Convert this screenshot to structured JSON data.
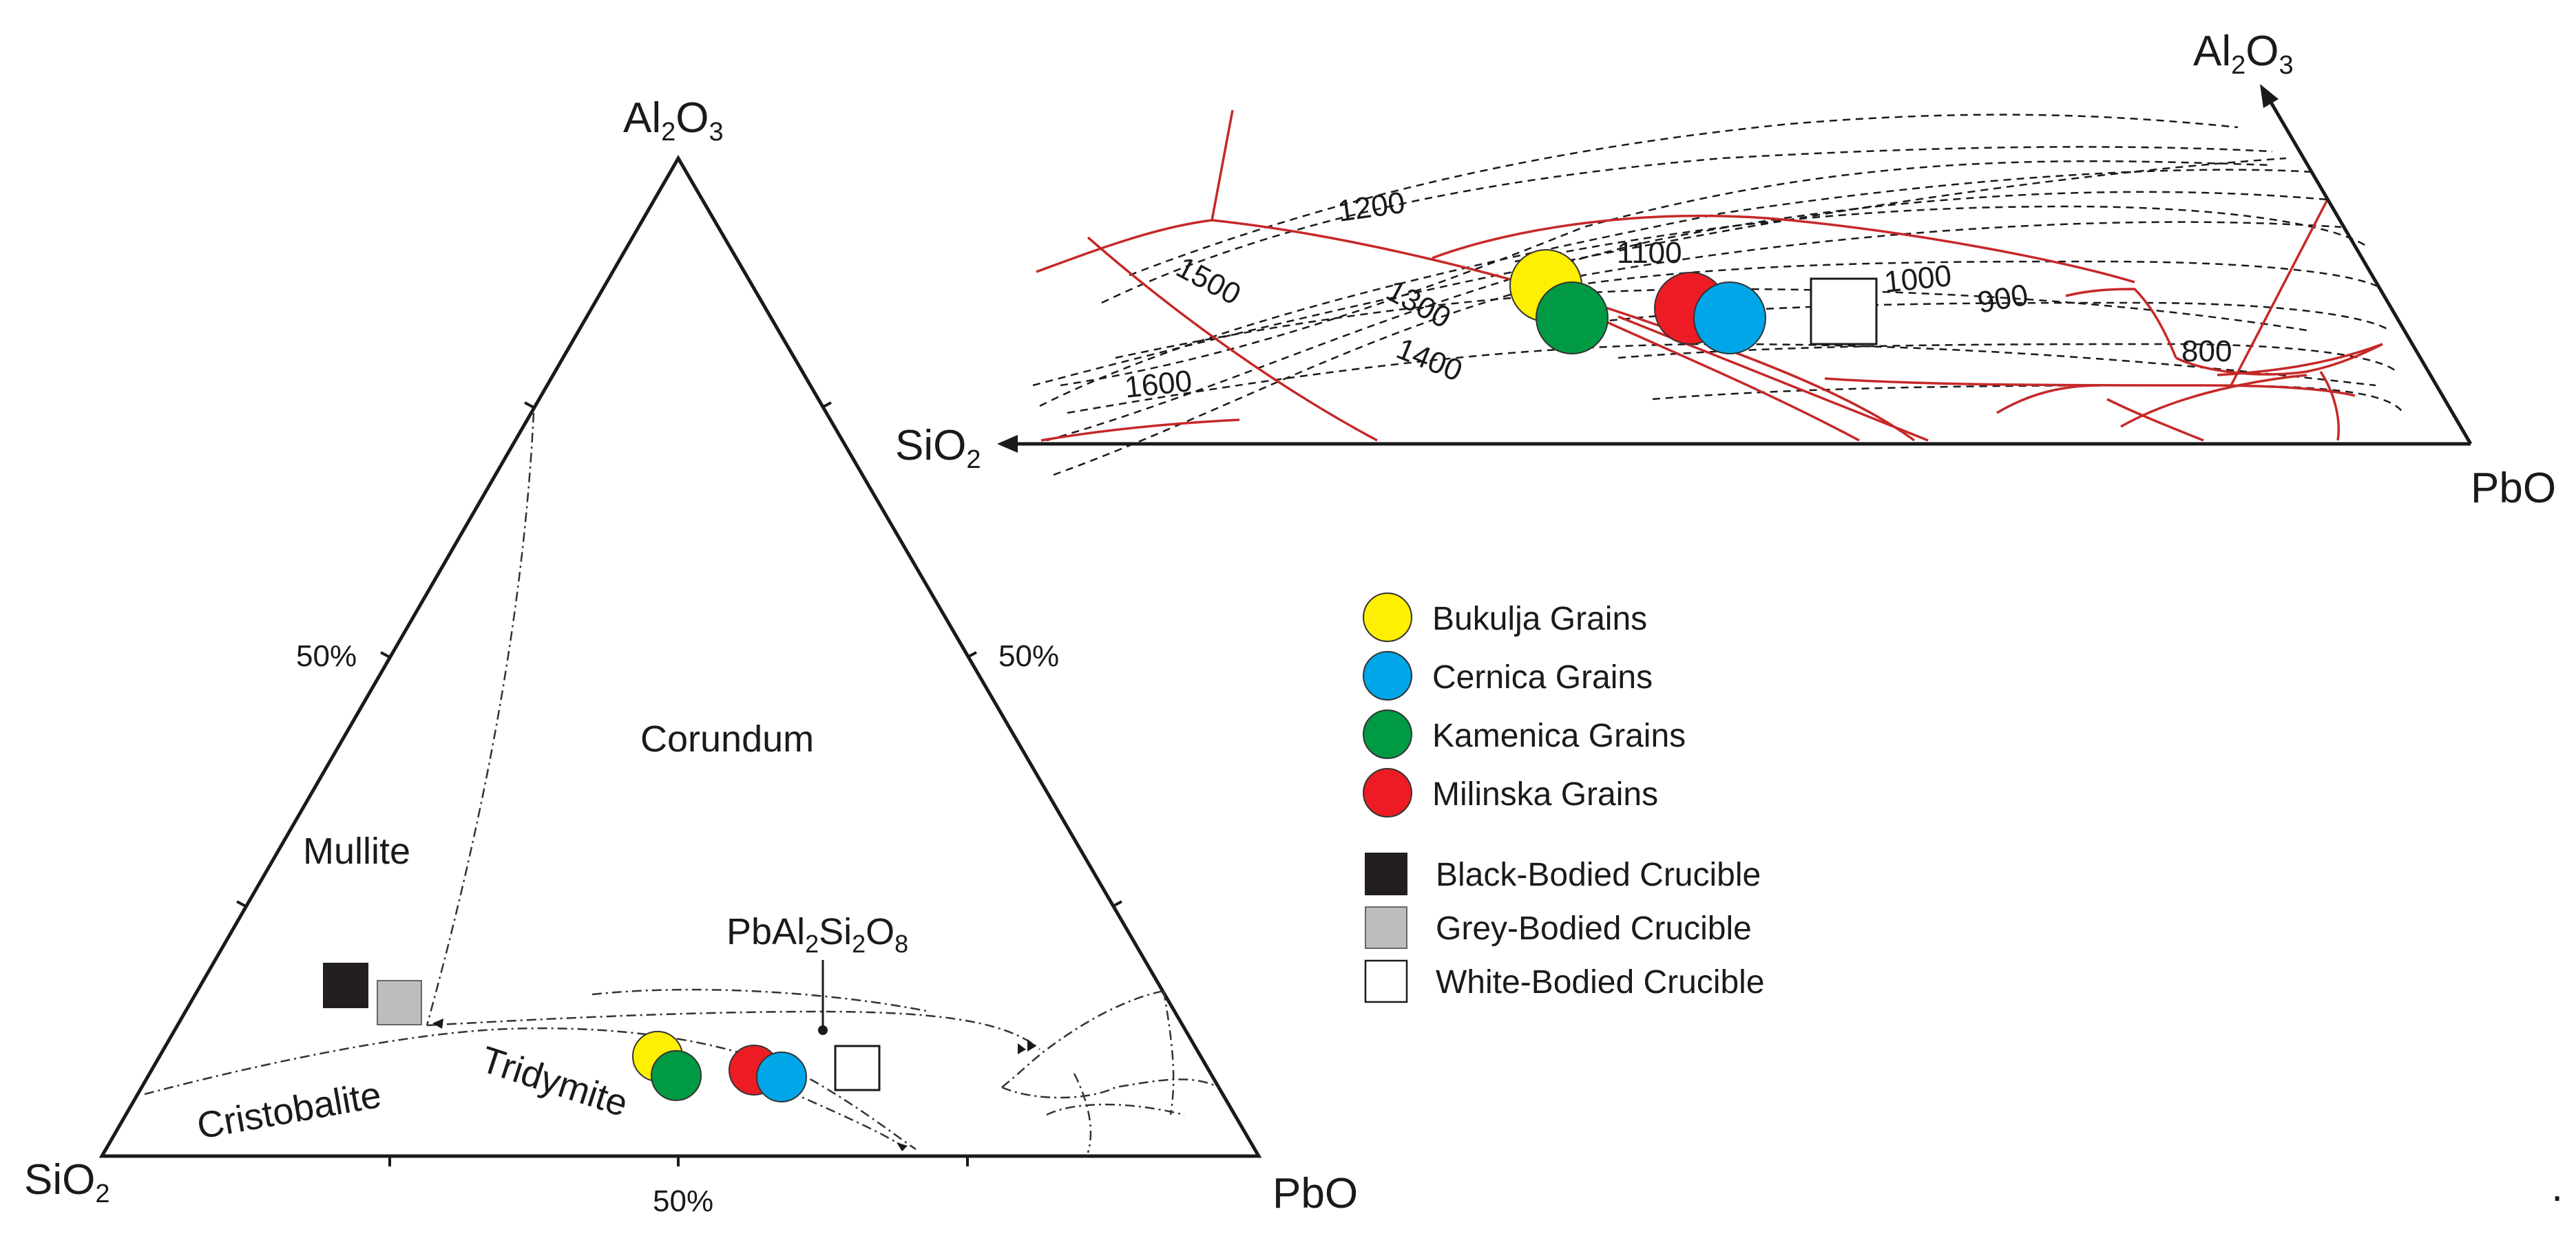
{
  "ternary": {
    "apex": {
      "top": "Al",
      "top_sub": "2",
      "top_end": "O",
      "top_sub2": "3",
      "left": "SiO",
      "left_sub": "2",
      "right": "PbO"
    },
    "ticks": {
      "left_50": "50%",
      "right_50": "50%",
      "bottom_50": "50%"
    },
    "fields": {
      "corundum": "Corundum",
      "mullite": "Mullite",
      "cristobalite": "Cristobalite",
      "tridymite": "Tridymite"
    },
    "compound": {
      "p1": "PbAl",
      "s1": "2",
      "p2": "Si",
      "s2": "2",
      "p3": "O",
      "s3": "8"
    }
  },
  "inset": {
    "axis": {
      "al": "Al",
      "al_sub": "2",
      "al_end": "O",
      "al_sub2": "3",
      "si": "SiO",
      "si_sub": "2",
      "pb": "PbO"
    },
    "isotherms": [
      "1600",
      "1500",
      "1400",
      "1300",
      "1200",
      "1100",
      "1000",
      "900",
      "800"
    ]
  },
  "legend": {
    "items": [
      {
        "label": "Bukulja Grains",
        "color": "#ffef00"
      },
      {
        "label": "Cernica Grains",
        "color": "#00a6e8"
      },
      {
        "label": "Kamenica Grains",
        "color": "#009a44"
      },
      {
        "label": "Milinska Grains",
        "color": "#ed1c24"
      },
      {
        "label": "Black-Bodied Crucible",
        "color": "#231f20"
      },
      {
        "label": "Grey-Bodied Crucible",
        "color": "#bdbdbd"
      },
      {
        "label": "White-Bodied Crucible",
        "color": "#ffffff"
      }
    ]
  },
  "trailing_mark": "."
}
